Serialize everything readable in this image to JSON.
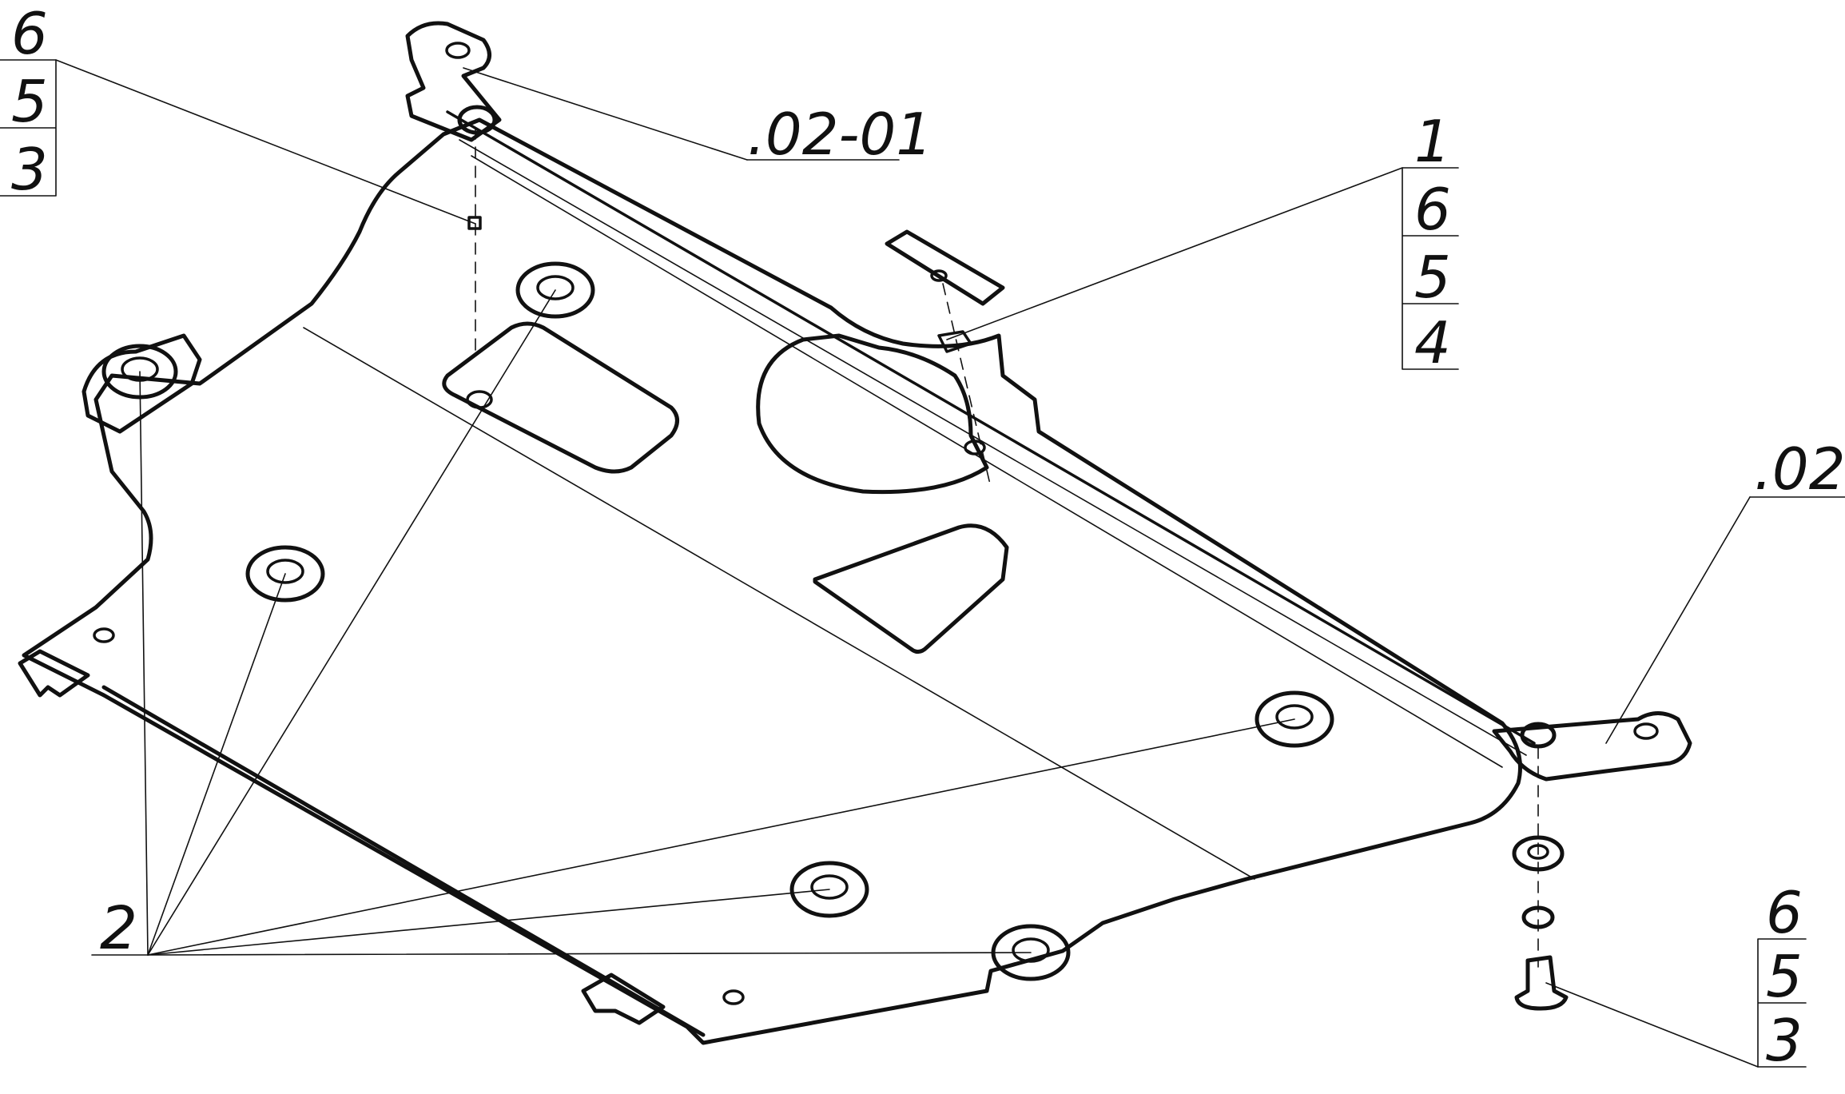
{
  "labels": {
    "top_left_stack": [
      "6",
      "5",
      "3"
    ],
    "top_right_stack": [
      "1",
      "6",
      "5",
      "4"
    ],
    "bottom_right_stack": [
      "6",
      "5",
      "3"
    ],
    "part_02_01": ".02-01",
    "part_02": ".02",
    "part_2": "2"
  },
  "colors": {
    "line": "#111111",
    "background": "#ffffff"
  }
}
